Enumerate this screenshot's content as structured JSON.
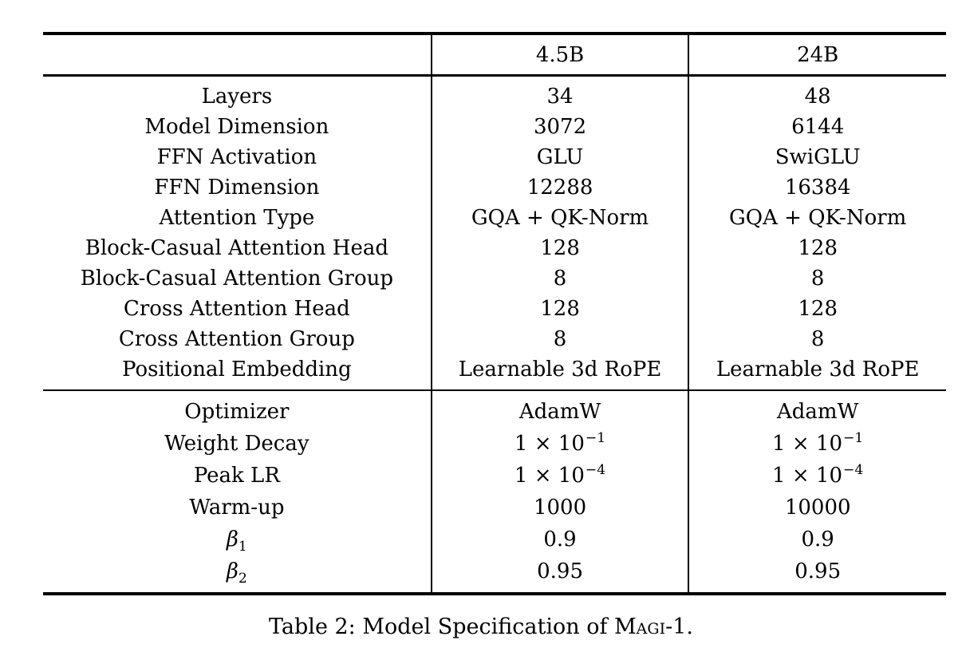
{
  "table": {
    "columns": {
      "col1": "",
      "col2": "4.5B",
      "col3": "24B"
    },
    "sections": [
      {
        "rows": [
          {
            "label": {
              "text": "Layers"
            },
            "v45": {
              "text": "34"
            },
            "v24": {
              "text": "48"
            }
          },
          {
            "label": {
              "text": "Model Dimension"
            },
            "v45": {
              "text": "3072"
            },
            "v24": {
              "text": "6144"
            }
          },
          {
            "label": {
              "text": "FFN Activation"
            },
            "v45": {
              "text": "GLU"
            },
            "v24": {
              "text": "SwiGLU"
            }
          },
          {
            "label": {
              "text": "FFN Dimension"
            },
            "v45": {
              "text": "12288"
            },
            "v24": {
              "text": "16384"
            }
          },
          {
            "label": {
              "text": "Attention Type"
            },
            "v45": {
              "text": "GQA + QK-Norm"
            },
            "v24": {
              "text": "GQA + QK-Norm"
            }
          },
          {
            "label": {
              "text": "Block-Casual Attention Head"
            },
            "v45": {
              "text": "128"
            },
            "v24": {
              "text": "128"
            }
          },
          {
            "label": {
              "text": "Block-Casual Attention Group"
            },
            "v45": {
              "text": "8"
            },
            "v24": {
              "text": "8"
            }
          },
          {
            "label": {
              "text": "Cross Attention Head"
            },
            "v45": {
              "text": "128"
            },
            "v24": {
              "text": "128"
            }
          },
          {
            "label": {
              "text": "Cross Attention Group"
            },
            "v45": {
              "text": "8"
            },
            "v24": {
              "text": "8"
            }
          },
          {
            "label": {
              "text": "Positional Embedding"
            },
            "v45": {
              "text": "Learnable 3d RoPE"
            },
            "v24": {
              "text": "Learnable 3d RoPE"
            }
          }
        ]
      },
      {
        "rows": [
          {
            "label": {
              "text": "Optimizer"
            },
            "v45": {
              "text": "AdamW"
            },
            "v24": {
              "text": "AdamW"
            }
          },
          {
            "label": {
              "text": "Weight Decay"
            },
            "v45": {
              "text": "1 × 10",
              "sup": "−1"
            },
            "v24": {
              "text": "1 × 10",
              "sup": "−1"
            }
          },
          {
            "label": {
              "text": "Peak LR"
            },
            "v45": {
              "text": "1 × 10",
              "sup": "−4"
            },
            "v24": {
              "text": "1 × 10",
              "sup": "−4"
            }
          },
          {
            "label": {
              "text": "Warm-up"
            },
            "v45": {
              "text": "1000"
            },
            "v24": {
              "text": "10000"
            }
          },
          {
            "label": {
              "text": "β",
              "sub": "1"
            },
            "v45": {
              "text": "0.9"
            },
            "v24": {
              "text": "0.9"
            }
          },
          {
            "label": {
              "text": "β",
              "sub": "2"
            },
            "v45": {
              "text": "0.95"
            },
            "v24": {
              "text": "0.95"
            }
          }
        ]
      }
    ]
  },
  "caption": {
    "before": "Table 2: Model Specification of ",
    "smallcaps": "Magi",
    "after": "-1."
  }
}
